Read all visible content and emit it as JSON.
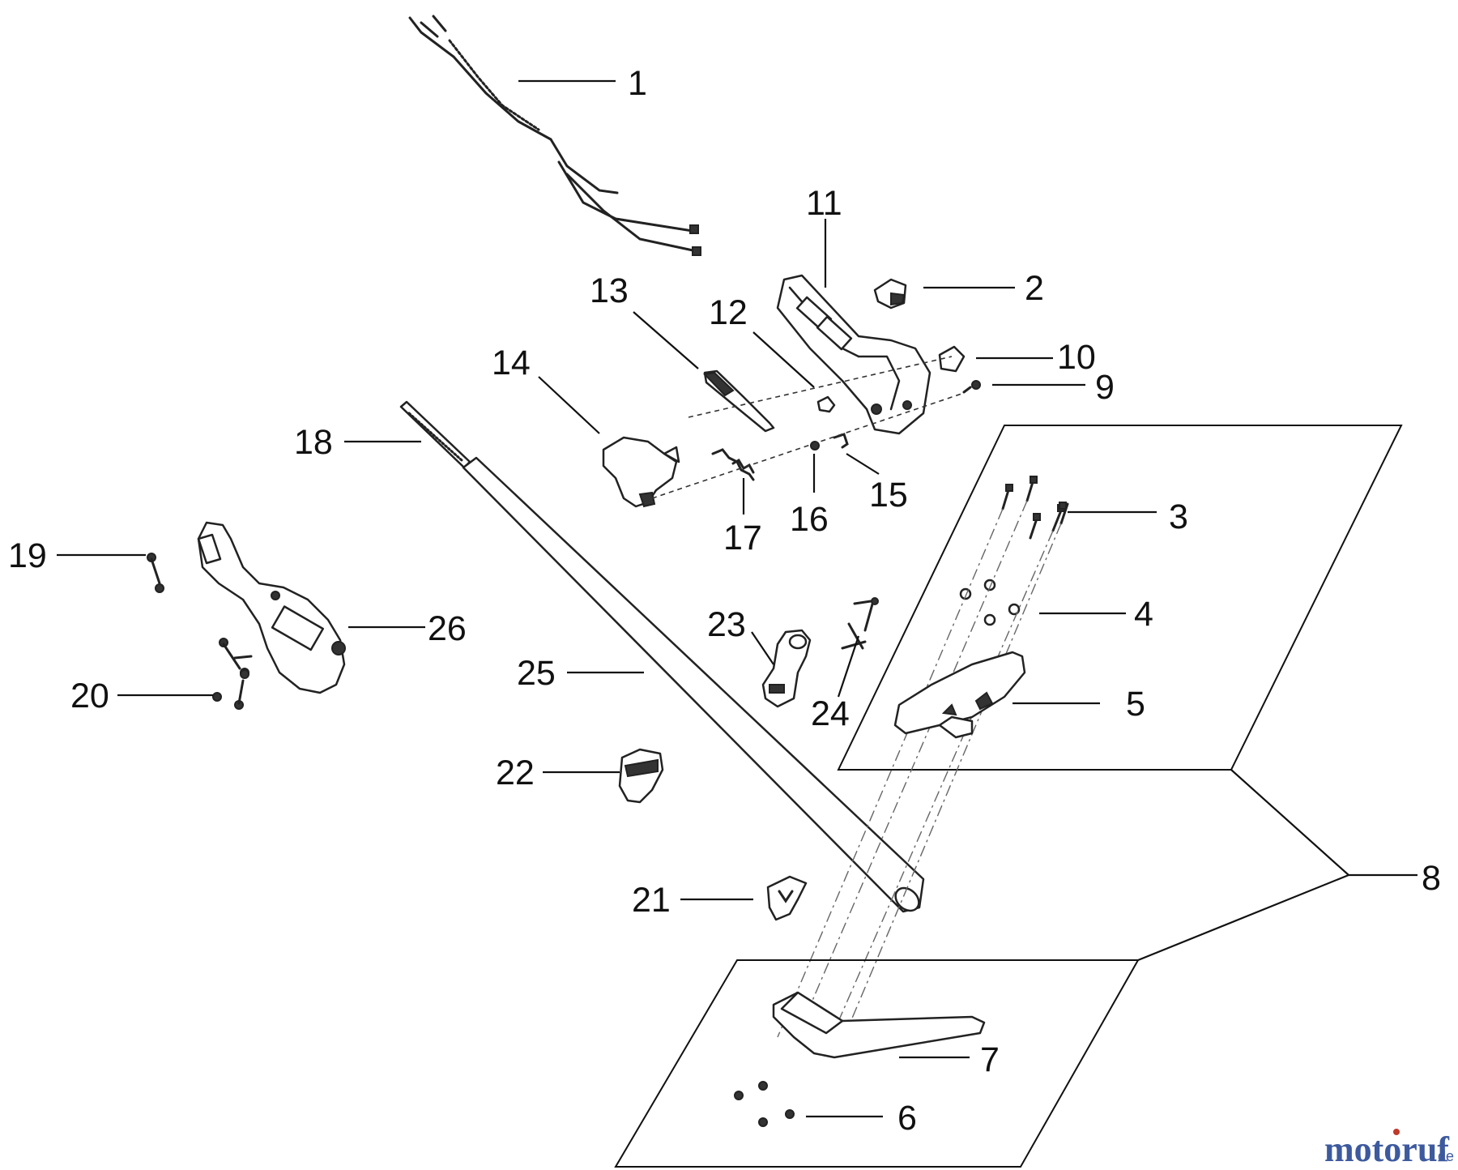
{
  "diagram": {
    "callouts": {
      "c1": "1",
      "c2": "2",
      "c3": "3",
      "c4": "4",
      "c5": "5",
      "c6": "6",
      "c7": "7",
      "c8": "8",
      "c9": "9",
      "c10": "10",
      "c11": "11",
      "c12": "12",
      "c13": "13",
      "c14": "14",
      "c15": "15",
      "c16": "16",
      "c17": "17",
      "c18": "18",
      "c19": "19",
      "c20": "20",
      "c21": "21",
      "c22": "22",
      "c23": "23",
      "c24": "24",
      "c25": "25",
      "c26": "26"
    },
    "icons": [
      "wiring-harness",
      "switch-housing",
      "drive-shaft",
      "shaft-tube",
      "handle-assembly",
      "front-handle",
      "handle-bracket"
    ]
  },
  "watermark": {
    "brand": "motoruf",
    "tld": ".de",
    "colors": {
      "brand": "#3d5a9e",
      "accent": "#c0392b"
    }
  }
}
